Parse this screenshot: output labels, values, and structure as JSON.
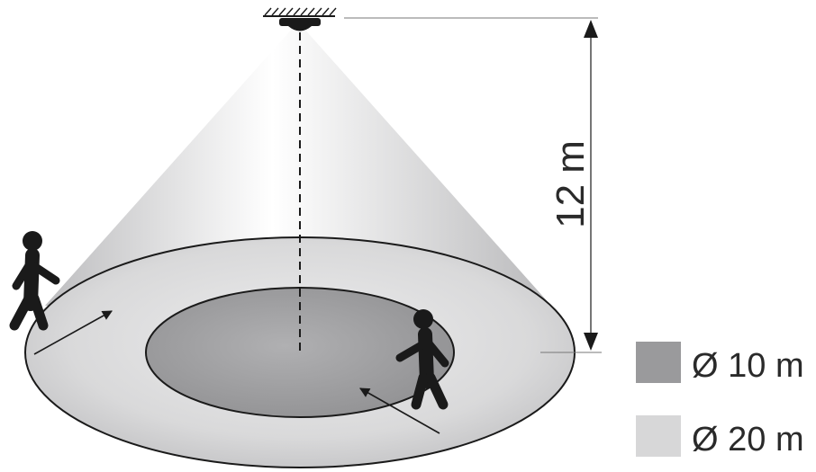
{
  "height_label": "12 m",
  "legend": [
    {
      "label": "Ø 10 m",
      "color": "#9a9a9c"
    },
    {
      "label": "Ø 20 m",
      "color": "#d7d7d8"
    }
  ],
  "colors": {
    "ink": "#1a1a1a",
    "cone": "#d7d7d8",
    "inner_zone": "#9a9a9c",
    "outer_zone": "#d7d7d8"
  },
  "icons": [
    "ceiling-sensor-icon",
    "walking-person-icon",
    "walking-person-icon"
  ]
}
